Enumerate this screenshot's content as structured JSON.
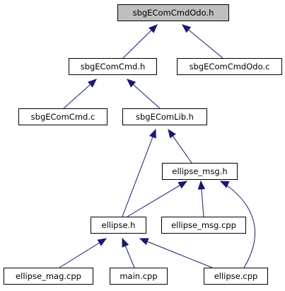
{
  "graph": {
    "current": "sbgEComCmdOdo.h",
    "nodes": [
      {
        "id": "n0",
        "label": "sbgEComCmdOdo.h",
        "current": true
      },
      {
        "id": "n1",
        "label": "sbgEComCmd.h"
      },
      {
        "id": "n2",
        "label": "sbgEComCmdOdo.c"
      },
      {
        "id": "n3",
        "label": "sbgEComCmd.c"
      },
      {
        "id": "n4",
        "label": "sbgEComLib.h"
      },
      {
        "id": "n5",
        "label": "ellipse_msg.h"
      },
      {
        "id": "n6",
        "label": "ellipse.h"
      },
      {
        "id": "n7",
        "label": "ellipse_msg.cpp"
      },
      {
        "id": "n8",
        "label": "ellipse_mag.cpp"
      },
      {
        "id": "n9",
        "label": "main.cpp"
      },
      {
        "id": "n10",
        "label": "ellipse.cpp"
      }
    ],
    "edges": [
      {
        "from": "n1",
        "to": "n0"
      },
      {
        "from": "n2",
        "to": "n0"
      },
      {
        "from": "n3",
        "to": "n1"
      },
      {
        "from": "n4",
        "to": "n1"
      },
      {
        "from": "n5",
        "to": "n4"
      },
      {
        "from": "n6",
        "to": "n4"
      },
      {
        "from": "n6",
        "to": "n5"
      },
      {
        "from": "n7",
        "to": "n5"
      },
      {
        "from": "n10",
        "to": "n5"
      },
      {
        "from": "n8",
        "to": "n6"
      },
      {
        "from": "n9",
        "to": "n6"
      },
      {
        "from": "n10",
        "to": "n6"
      }
    ],
    "colors": {
      "edge": "#191970",
      "current_fill": "#bfbfbf",
      "node_fill": "#ffffff",
      "border": "#000000"
    }
  }
}
